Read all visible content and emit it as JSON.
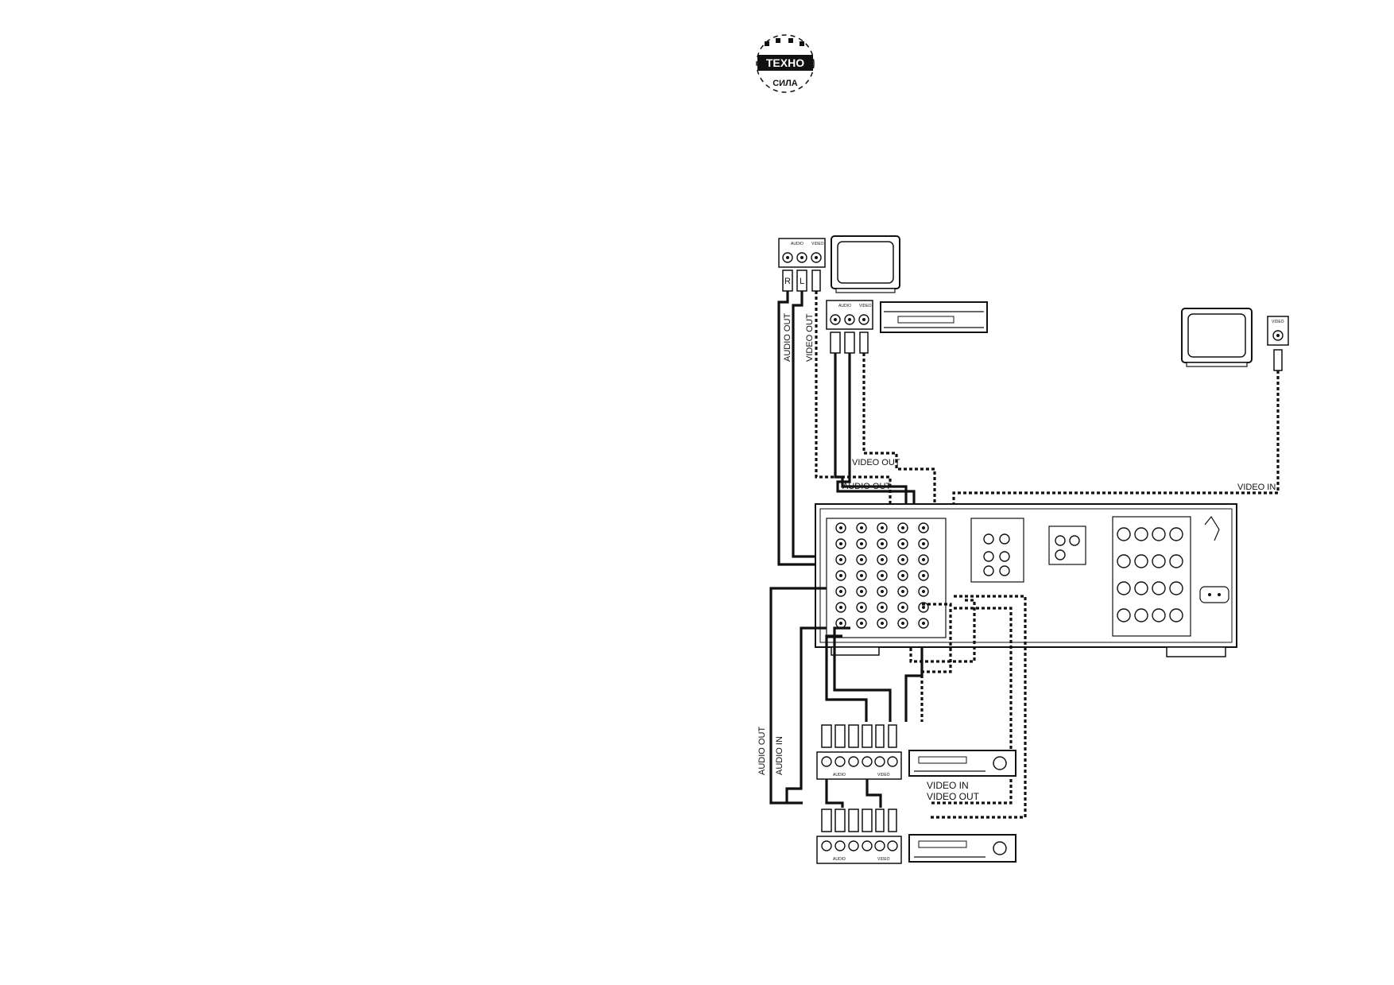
{
  "logo": {
    "top_text": "ТЕХНО",
    "bottom_text": "СИЛА"
  },
  "panel_labels": {
    "audio": "AUDIO",
    "video": "VIDEO",
    "out": "OUT",
    "in": "IN",
    "r": "R",
    "l": "L"
  },
  "cable_labels": {
    "audio_out_top": "AUDIO OUT",
    "video_out_top": "VIDEO OUT",
    "video_out_mid": "VIDEO OUT",
    "audio_out_mid": "AUDIO OUT",
    "video_in_right": "VIDEO IN",
    "audio_out_left": "AUDIO OUT",
    "audio_in_left": "AUDIO IN",
    "video_in_bottom": "VIDEO IN",
    "video_out_bottom": "VIDEO OUT"
  },
  "plug_letters": [
    "R",
    "L"
  ],
  "colors": {
    "ink": "#111111",
    "paper": "#ffffff"
  }
}
